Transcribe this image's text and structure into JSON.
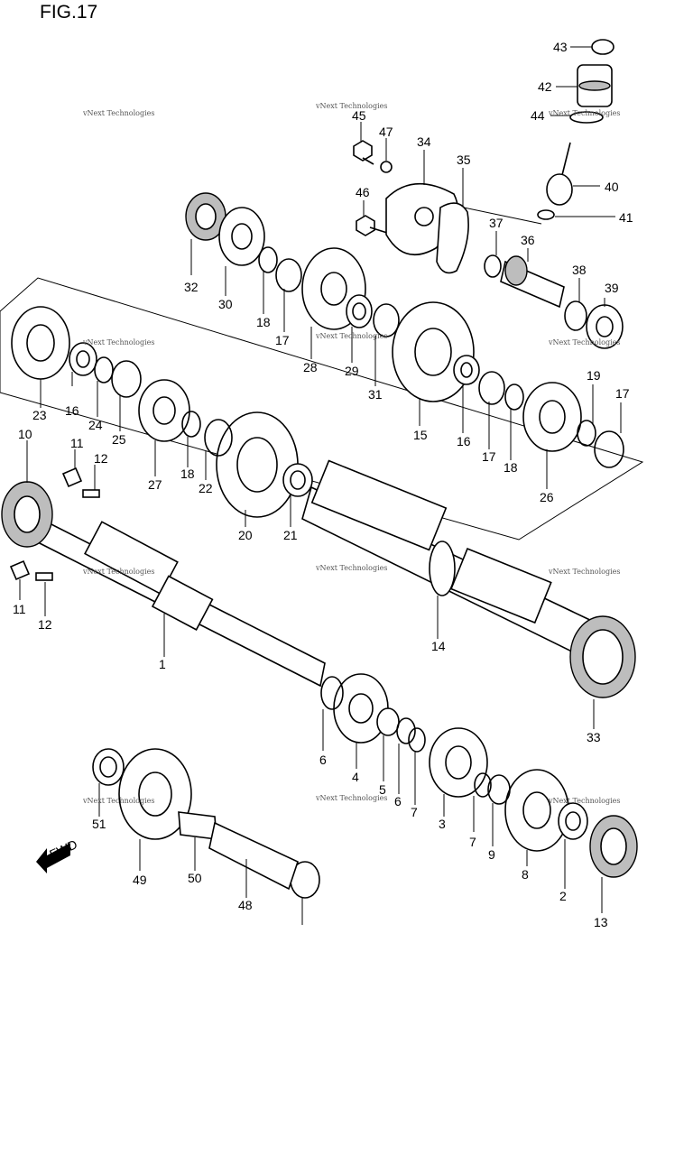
{
  "figure": {
    "title": "FIG.17"
  },
  "watermark": "vNext Technologies",
  "fwd_label": "FWD",
  "callouts": [
    "1",
    "2",
    "3",
    "4",
    "5",
    "6",
    "6",
    "7",
    "7",
    "8",
    "9",
    "10",
    "11",
    "11",
    "12",
    "12",
    "13",
    "14",
    "15",
    "16",
    "16",
    "17",
    "17",
    "17",
    "18",
    "18",
    "18",
    "19",
    "20",
    "21",
    "22",
    "23",
    "24",
    "25",
    "26",
    "27",
    "28",
    "29",
    "30",
    "31",
    "32",
    "33",
    "34",
    "35",
    "36",
    "37",
    "38",
    "39",
    "40",
    "41",
    "42",
    "43",
    "44",
    "45",
    "46",
    "47",
    "48",
    "49",
    "50",
    "51"
  ]
}
